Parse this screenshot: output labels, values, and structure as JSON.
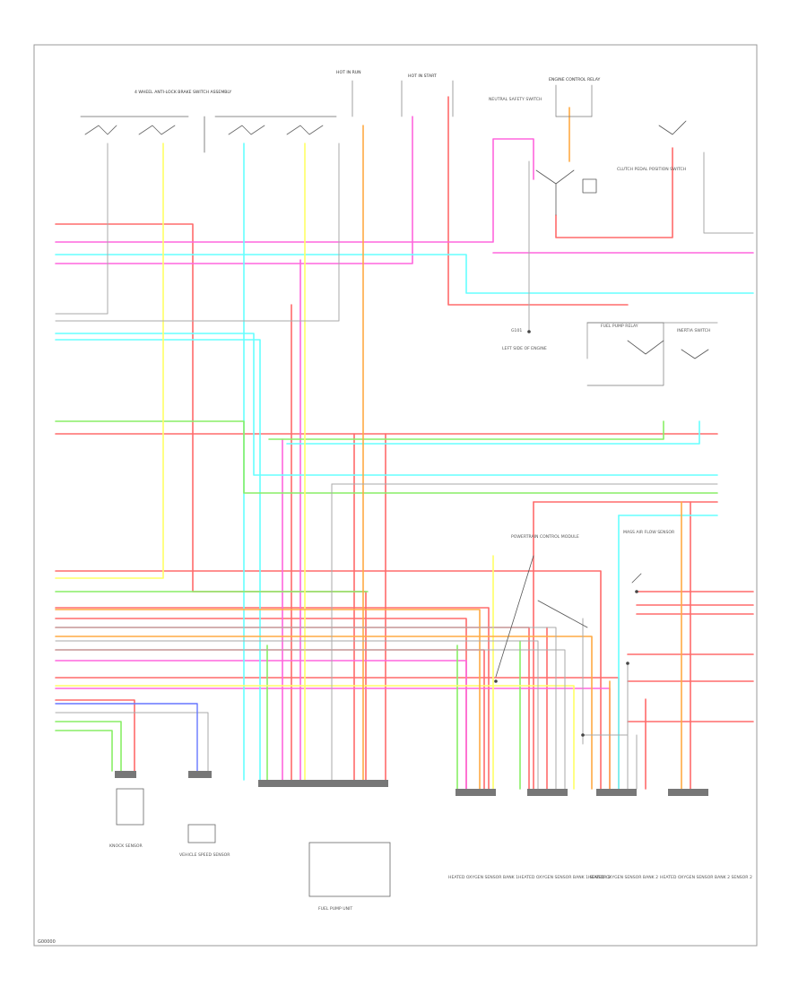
{
  "footer_code": "G00000",
  "colors": {
    "red": "#ff6b6b",
    "yellow": "#ffff66",
    "pink": "#ff66dd",
    "cyan": "#66ffff",
    "green": "#88ee66",
    "orange": "#ffaa44",
    "grey": "#999999",
    "blue": "#6677ff",
    "dark": "#444444"
  },
  "components": {
    "pedal_switches": "4 WHEEL ANTI-LOCK BRAKE SWITCH ASSEMBLY",
    "fuse_hot_run": "HOT IN RUN",
    "fuse_hot_start": "HOT IN START",
    "relay_top": "ENGINE CONTROL RELAY",
    "neutral_switch": "NEUTRAL SAFETY SWITCH",
    "clutch_switch": "CLUTCH PEDAL POSITION SWITCH",
    "ground_s": "G101",
    "main_ground": "LEFT SIDE OF ENGINE",
    "fuel_pump_relay": "FUEL PUMP RELAY",
    "inertia_switch": "INERTIA SWITCH",
    "module_note": "MASS AIR FLOW SENSOR",
    "center_note": "POWERTRAIN CONTROL MODULE",
    "knock_sensor": "KNOCK SENSOR",
    "vss": "VEHICLE SPEED SENSOR",
    "fuel_pump_unit": "FUEL PUMP UNIT",
    "o2_1": "HEATED OXYGEN SENSOR BANK 1",
    "o2_2": "HEATED OXYGEN SENSOR BANK 1 SENSOR 2",
    "o2_3": "HEATED OXYGEN SENSOR BANK 2",
    "o2_4": "HEATED OXYGEN SENSOR BANK 2 SENSOR 2"
  }
}
